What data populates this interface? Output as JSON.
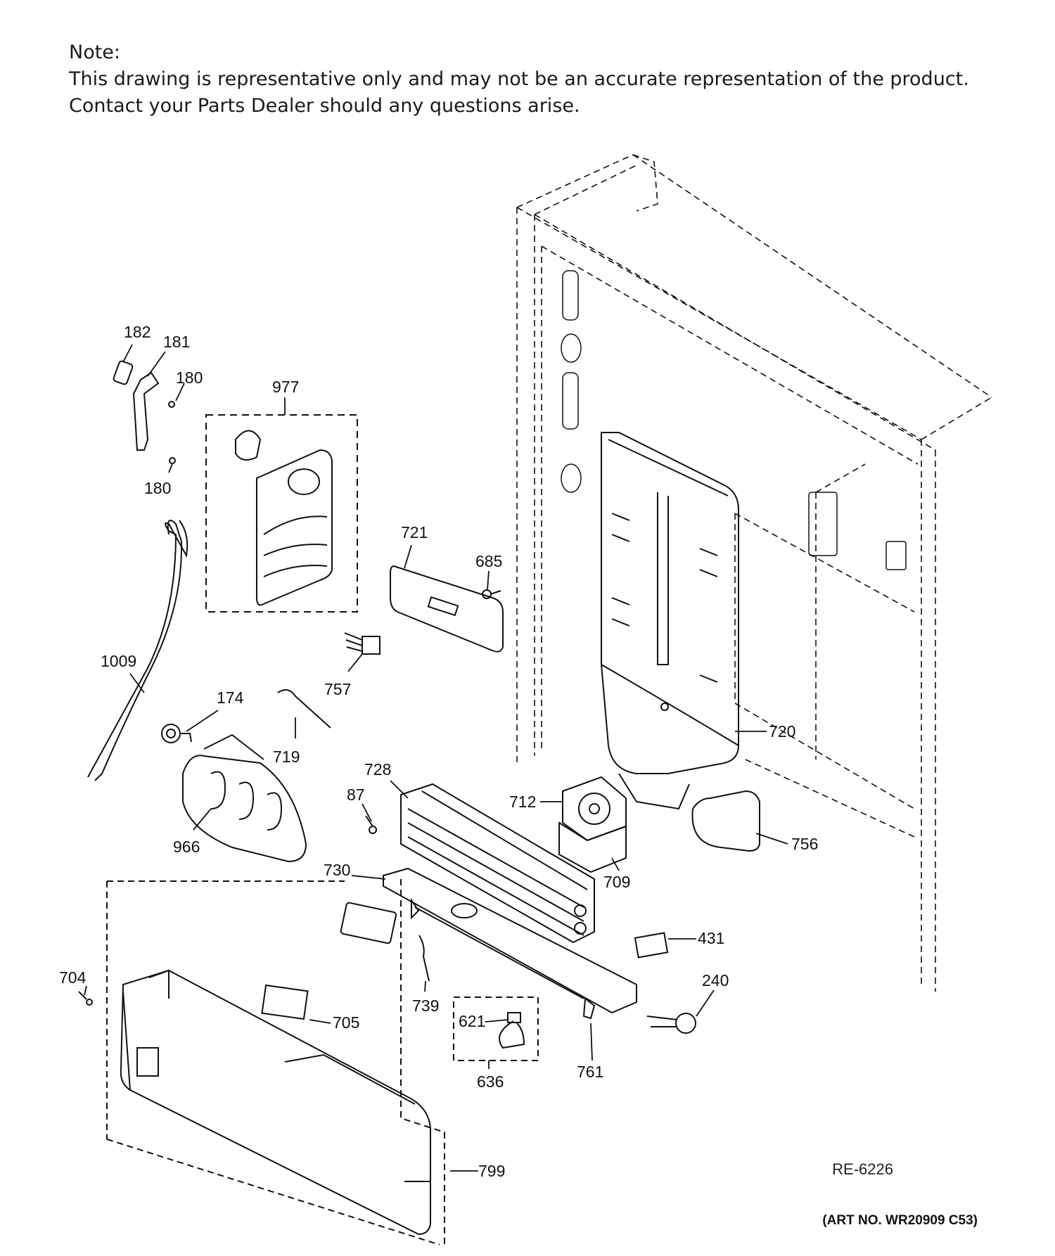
{
  "note": {
    "heading": "Note:",
    "line1": "This drawing is representative only and may not be an accurate representation of the product.",
    "line2": "Contact your Parts Dealer should any questions arise."
  },
  "parts": [
    {
      "id": "182"
    },
    {
      "id": "181"
    },
    {
      "id": "180"
    },
    {
      "id": "180"
    },
    {
      "id": "977"
    },
    {
      "id": "721"
    },
    {
      "id": "685"
    },
    {
      "id": "1009"
    },
    {
      "id": "757"
    },
    {
      "id": "174"
    },
    {
      "id": "719"
    },
    {
      "id": "966"
    },
    {
      "id": "728"
    },
    {
      "id": "87"
    },
    {
      "id": "712"
    },
    {
      "id": "720"
    },
    {
      "id": "756"
    },
    {
      "id": "730"
    },
    {
      "id": "709"
    },
    {
      "id": "431"
    },
    {
      "id": "240"
    },
    {
      "id": "704"
    },
    {
      "id": "705"
    },
    {
      "id": "739"
    },
    {
      "id": "621"
    },
    {
      "id": "636"
    },
    {
      "id": "761"
    },
    {
      "id": "799"
    }
  ],
  "reference": "RE-6226",
  "art_no": "(ART NO. WR20909 C53)"
}
